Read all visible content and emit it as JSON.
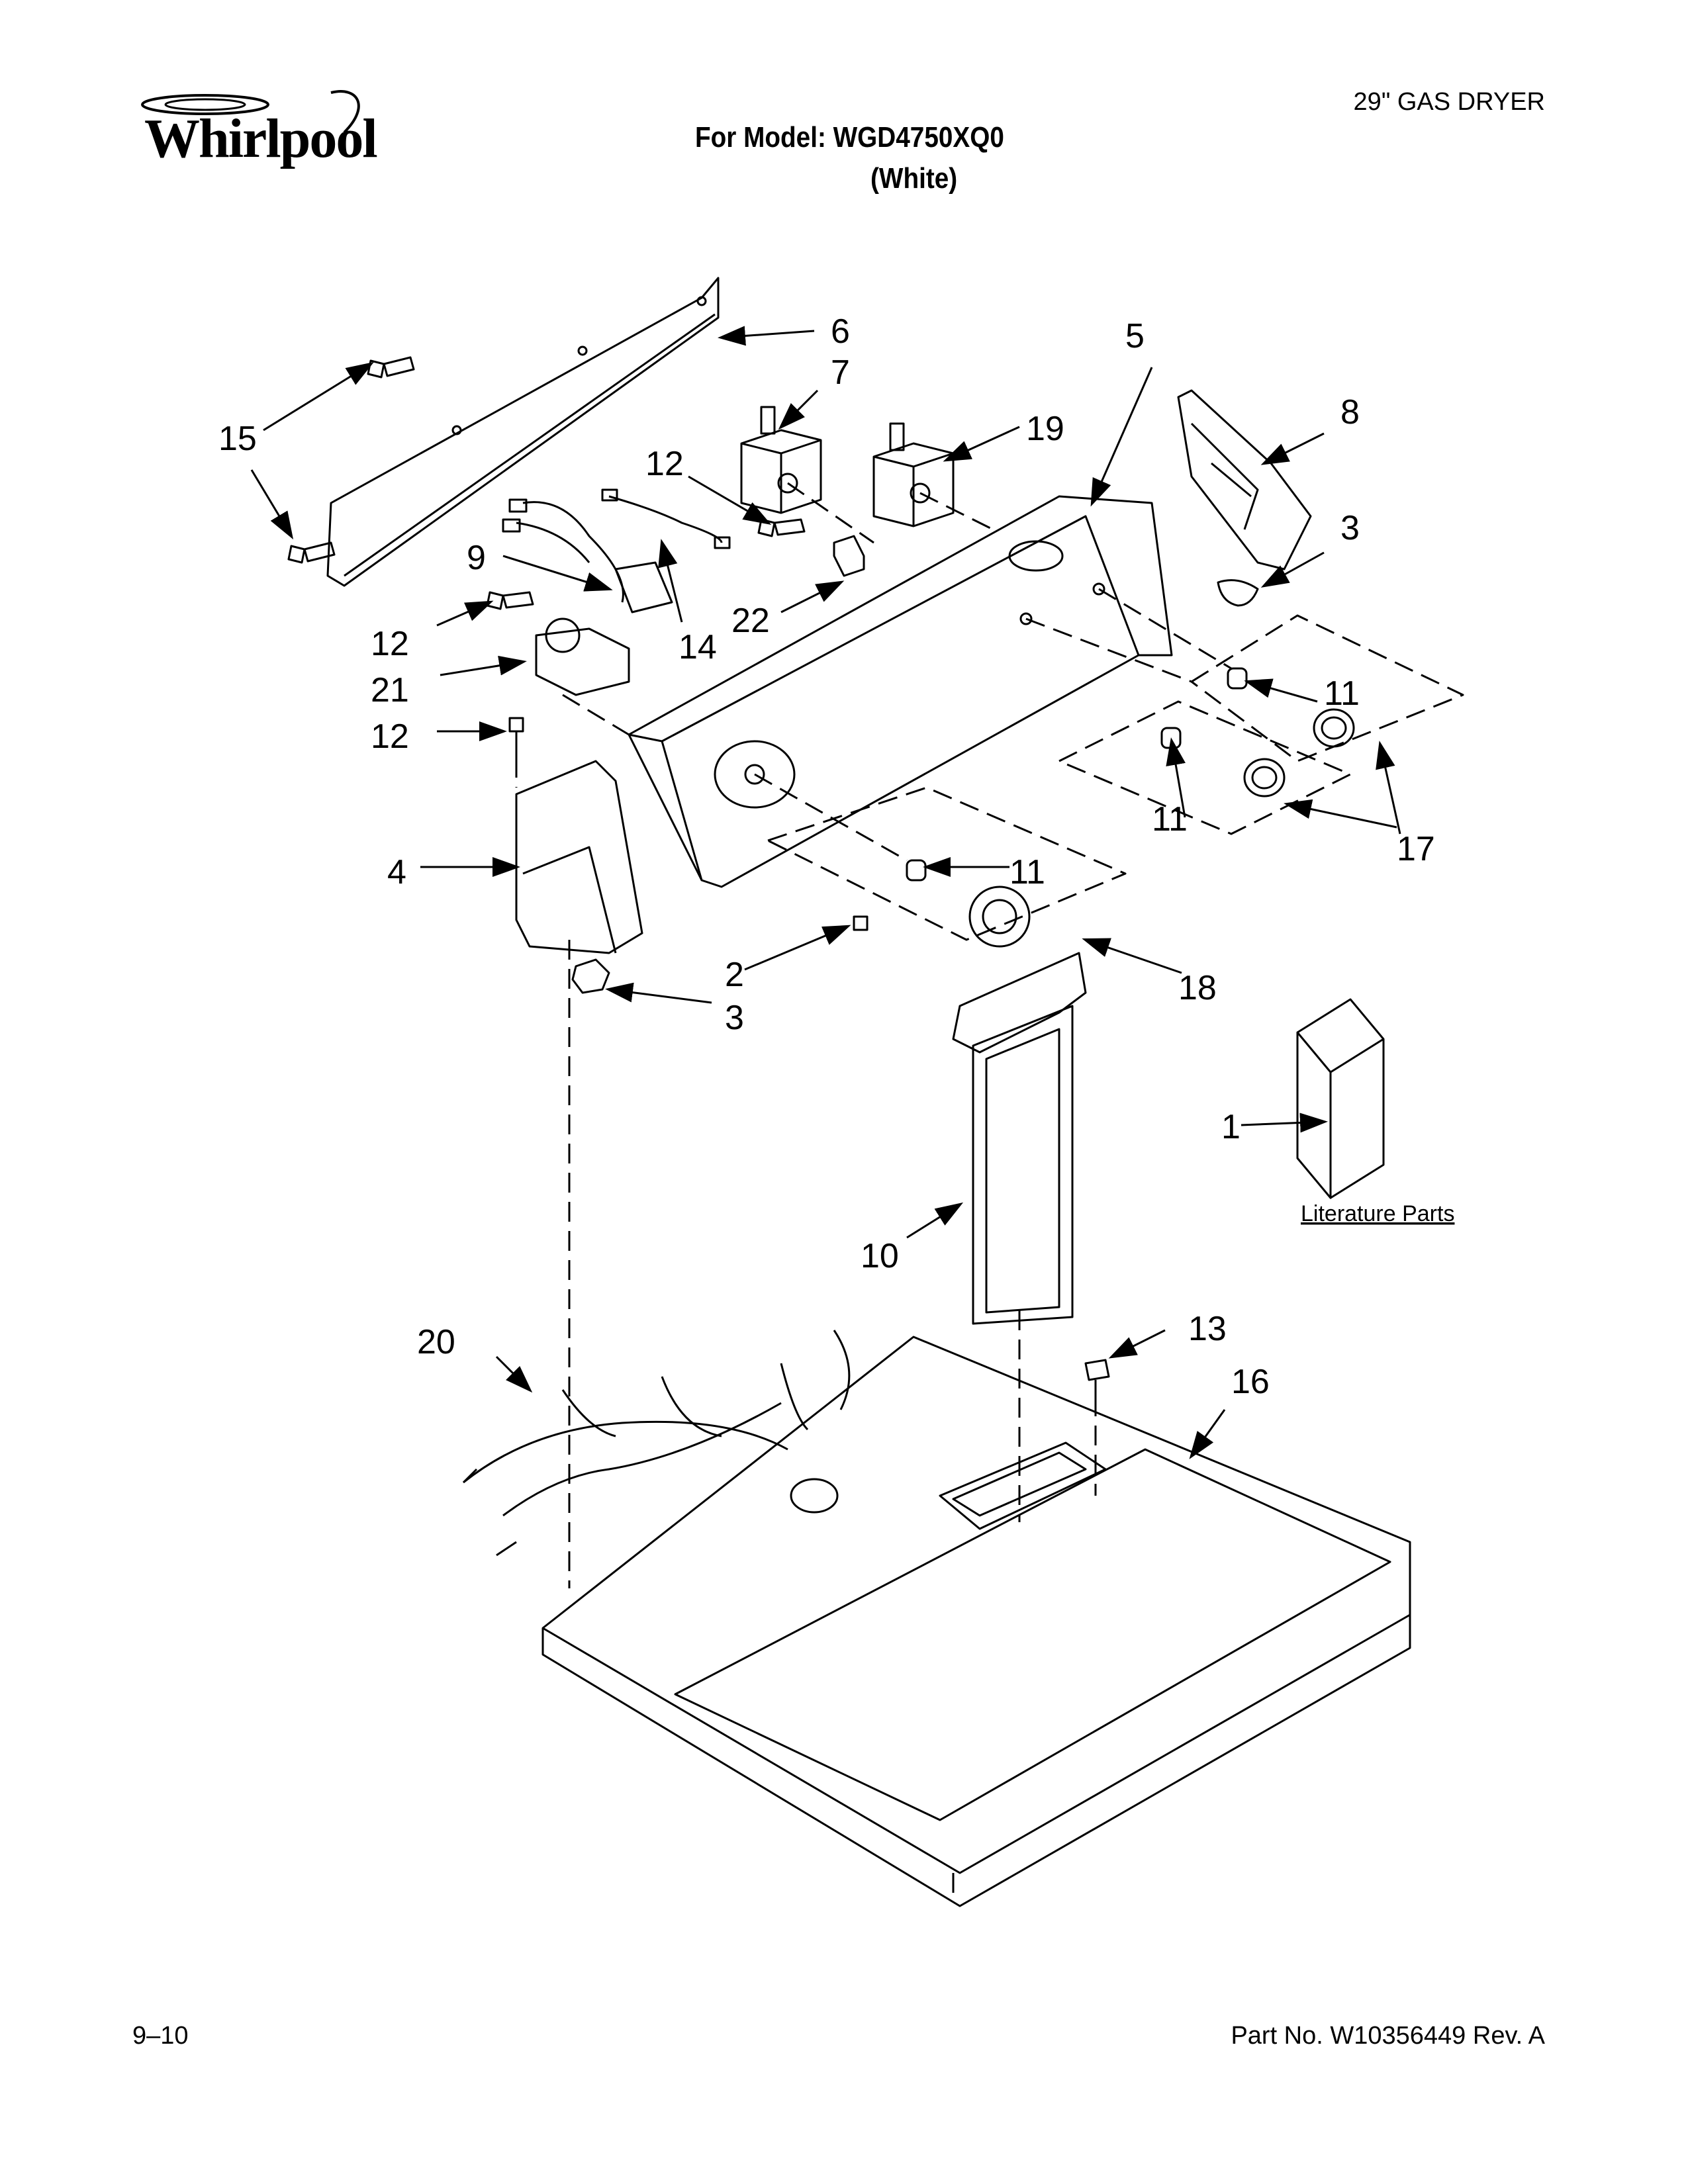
{
  "brand": {
    "name": "Whirlpool"
  },
  "header": {
    "product_type": "29\" GAS DRYER",
    "model_line": "For Model: WGD4750XQ0",
    "color_line": "(White)"
  },
  "callouts": {
    "c1": "1",
    "c2": "2",
    "c3a": "3",
    "c3b": "3",
    "c4": "4",
    "c5": "5",
    "c6": "6",
    "c7": "7",
    "c8": "8",
    "c9": "9",
    "c10": "10",
    "c11a": "11",
    "c11b": "11",
    "c11c": "11",
    "c12a": "12",
    "c12b": "12",
    "c12c": "12",
    "c13": "13",
    "c14": "14",
    "c15": "15",
    "c16": "16",
    "c17": "17",
    "c18": "18",
    "c19": "19",
    "c20": "20",
    "c21": "21",
    "c22": "22"
  },
  "literature_label": "Literature Parts",
  "footer": {
    "page": "9–10",
    "part_number": "Part No. W10356449 Rev. A"
  }
}
